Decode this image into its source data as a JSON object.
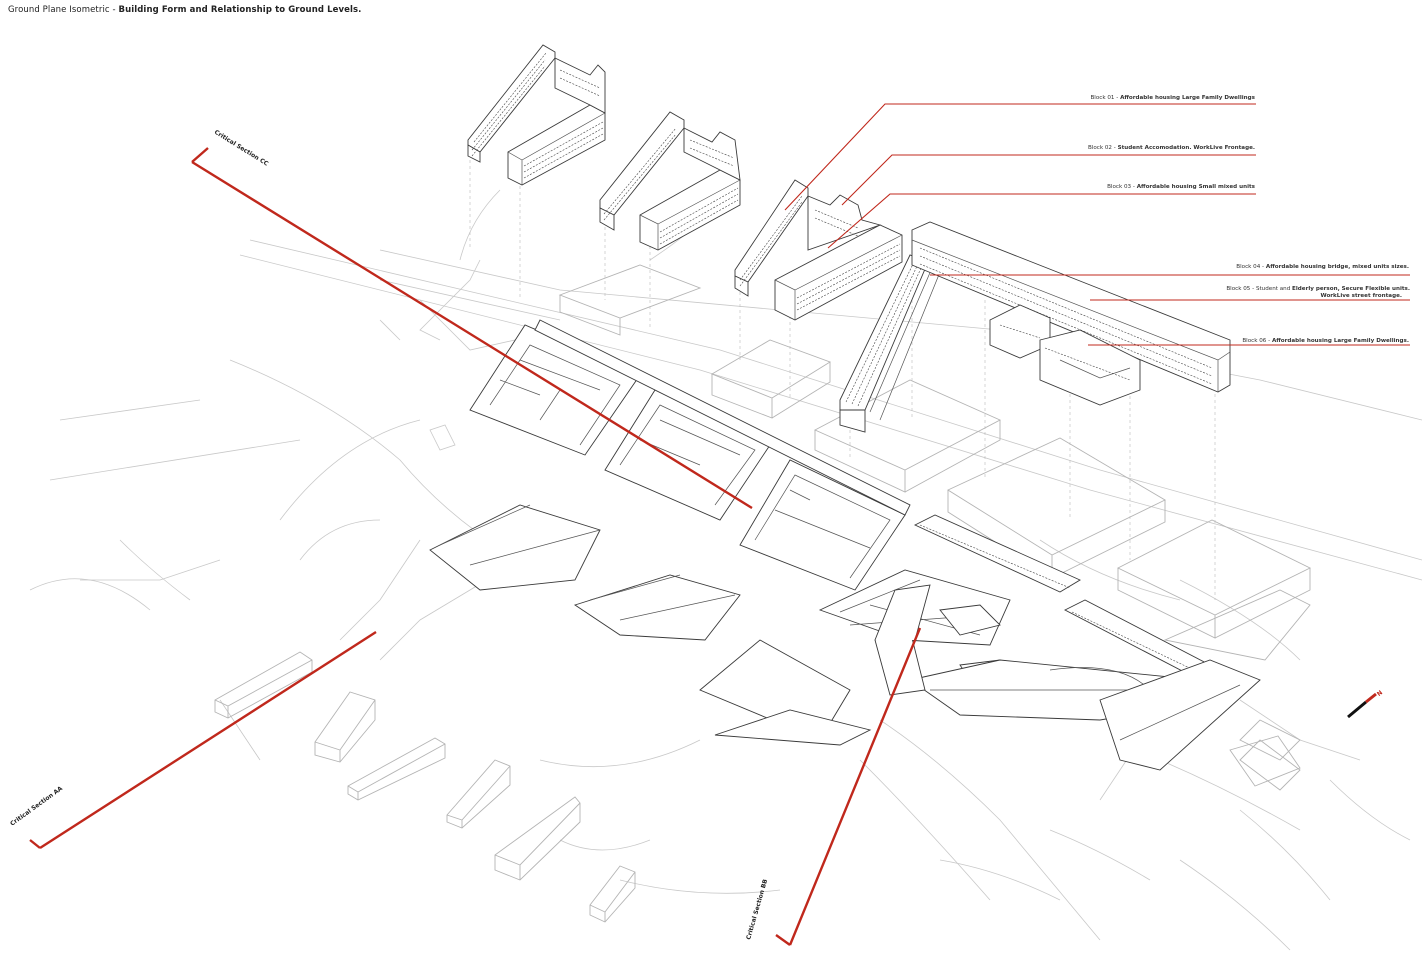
{
  "title": {
    "prefix": "Ground Plane Isometric -",
    "bold": "Building Form and Relationship to Ground Levels."
  },
  "blocks": [
    {
      "id": "Block 01",
      "parts": [
        {
          "t": "Block 01 - ",
          "b": false
        },
        {
          "t": "Affordable housing Large Family Dwellings",
          "b": true
        }
      ]
    },
    {
      "id": "Block 02",
      "parts": [
        {
          "t": "Block 02 - ",
          "b": false
        },
        {
          "t": "Student Accomodation. WorkLive Frontage.",
          "b": true
        }
      ]
    },
    {
      "id": "Block 03",
      "parts": [
        {
          "t": "Block 03 - ",
          "b": false
        },
        {
          "t": "Affordable housing Small mixed units",
          "b": true
        }
      ]
    },
    {
      "id": "Block 04",
      "parts": [
        {
          "t": "Block 04 - ",
          "b": false
        },
        {
          "t": "Affordable housing bridge, mixed units sizes.",
          "b": true
        }
      ]
    },
    {
      "id": "Block 05",
      "parts": [
        {
          "t": "Block 05 - ",
          "b": false
        },
        {
          "t": "Student and ",
          "b": false
        },
        {
          "t": "Elderly person, Secure Flexible units.",
          "b": true
        }
      ],
      "line2": "WorkLive street frontage."
    },
    {
      "id": "Block 06",
      "parts": [
        {
          "t": "Block 06 - ",
          "b": false
        },
        {
          "t": "Affordable housing Large Family Dwellings.",
          "b": true
        }
      ]
    }
  ],
  "sections": [
    {
      "id": "CC",
      "label": "Critical Section CC"
    },
    {
      "id": "AA",
      "label": "Critical Section AA"
    },
    {
      "id": "BB",
      "label": "Critical Section BB"
    }
  ],
  "north_label": "N",
  "colors": {
    "section_line": "#c0281c",
    "linework": "#3a3a3a",
    "context": "#c8c8c8"
  }
}
